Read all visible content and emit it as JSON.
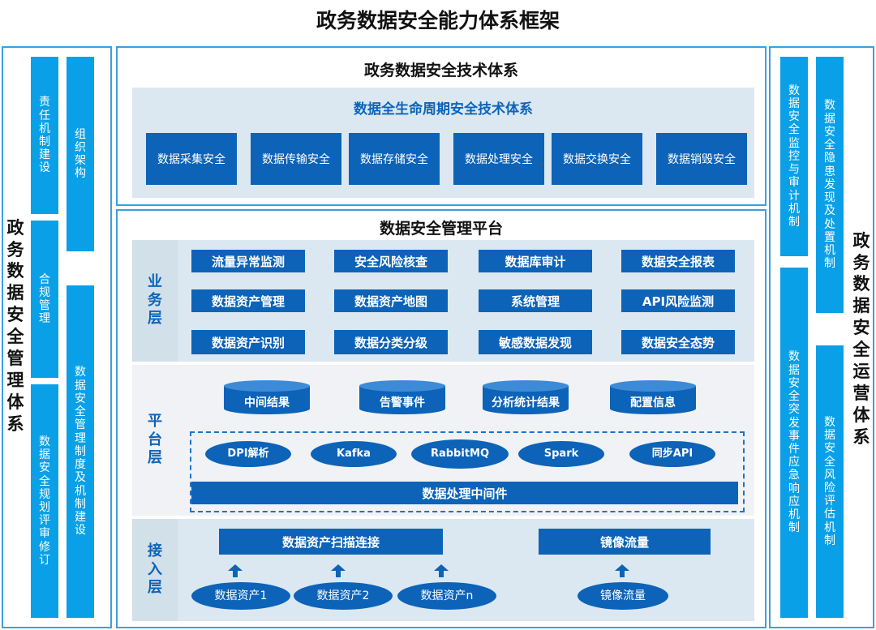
{
  "title": "政务数据安全能力体系框架",
  "left": {
    "side_title": "政务数据安全管理体系",
    "col1": [
      "责任机制建设",
      "合规管理",
      "数据安全规划评审修订"
    ],
    "col2": [
      "组织架构",
      "数据安全管理制度及机制建设"
    ]
  },
  "right": {
    "side_title": "政务数据安全运营体系",
    "col1": [
      "数据安全监控与审计机制",
      "数据安全突发事件应急响应机制"
    ],
    "col2": [
      "数据安全隐患发现及处置机制",
      "数据安全风险评估机制"
    ]
  },
  "tech": {
    "title": "政务数据安全技术体系",
    "subtitle": "数据全生命周期安全技术体系",
    "items": [
      "数据采集安全",
      "数据传输安全",
      "数据存储安全",
      "数据处理安全",
      "数据交换安全",
      "数据销毁安全"
    ]
  },
  "platform": {
    "title": "数据安全管理平台",
    "business_layer": {
      "label": "业务层",
      "items": [
        "流量异常监测",
        "安全风险核查",
        "数据库审计",
        "数据安全报表",
        "数据资产管理",
        "数据资产地图",
        "系统管理",
        "API风险监测",
        "数据资产识别",
        "数据分类分级",
        "敏感数据发现",
        "数据安全态势"
      ]
    },
    "platform_layer": {
      "label": "平台层",
      "stores": [
        "中间结果",
        "告警事件",
        "分析统计结果",
        "配置信息"
      ],
      "engines": [
        "DPI解析",
        "Kafka",
        "RabbitMQ",
        "Spark",
        "同步API"
      ],
      "middleware": "数据处理中间件"
    },
    "access_layer": {
      "label": "接入层",
      "scan": "数据资产扫描连接",
      "mirror": "镜像流量",
      "sources": [
        "数据资产1",
        "数据资产2",
        "数据资产n"
      ],
      "mirror_source": "镜像流量"
    }
  },
  "colors": {
    "frame": "#3aa0dd",
    "cyan": "#0aa0e8",
    "blue": "#0d63b8",
    "panel": "#dbe8f1"
  }
}
